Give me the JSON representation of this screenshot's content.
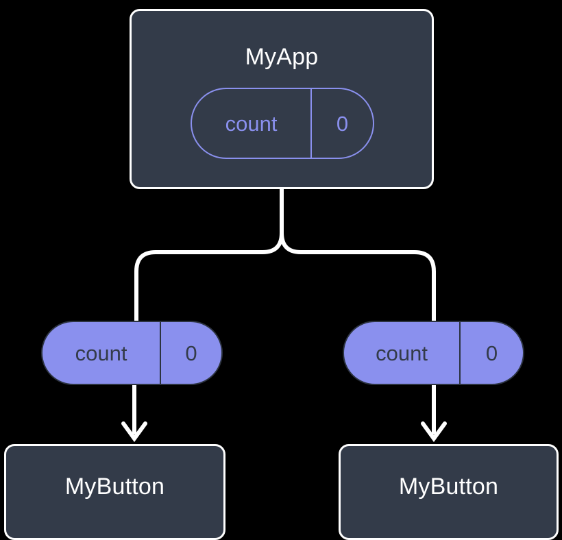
{
  "diagram": {
    "type": "widget-tree",
    "background_color": "#000000",
    "colors": {
      "node_fill": "#333b49",
      "node_border": "#ffffff",
      "accent_purple": "#8a90ee",
      "edge": "#ffffff",
      "pill_text_on_fill": "#333b49"
    },
    "root": {
      "title": "MyApp",
      "state_pill": {
        "key": "count",
        "value": "0",
        "style": "outline"
      }
    },
    "branches": [
      {
        "side": "left",
        "prop_pill": {
          "key": "count",
          "value": "0",
          "style": "filled"
        },
        "child": {
          "title": "MyButton"
        }
      },
      {
        "side": "right",
        "prop_pill": {
          "key": "count",
          "value": "0",
          "style": "filled"
        },
        "child": {
          "title": "MyButton"
        }
      }
    ],
    "edges": [
      {
        "name": "myapp-to-left-pill",
        "kind": "tree-branch",
        "arrow": false
      },
      {
        "name": "myapp-to-right-pill",
        "kind": "tree-branch",
        "arrow": false
      },
      {
        "name": "left-pill-to-left-button",
        "kind": "arrow",
        "arrow": true
      },
      {
        "name": "right-pill-to-right-button",
        "kind": "arrow",
        "arrow": true
      }
    ]
  }
}
